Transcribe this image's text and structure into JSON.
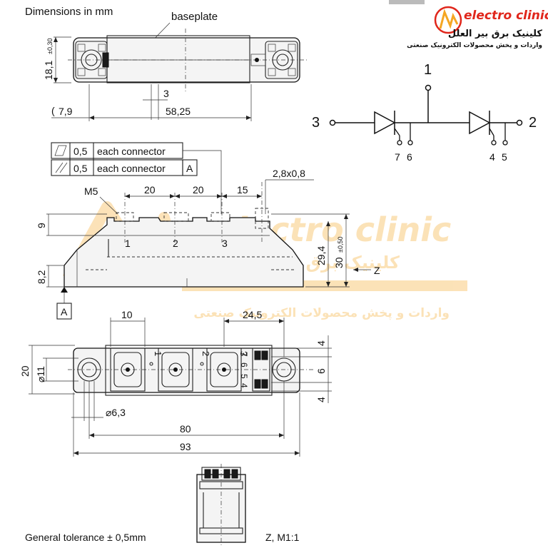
{
  "header": {
    "dimensions_note": "Dimensions in mm",
    "baseplate_label": "baseplate"
  },
  "logo": {
    "brand_en": "electro clinic",
    "brand_fa": "کلینیک برق بیر العلل",
    "tagline_fa": "واردات و پخش محصولات الکترونیک صنعتی",
    "accent_color": "#f5a623",
    "red_color": "#e0261b"
  },
  "watermark": {
    "brand_en": "electro clinic",
    "brand_fa": "کلینیک برق بیر العلل",
    "tagline_fa": "واردات و پخش محصولات الکترونیک صنعتی"
  },
  "top_view": {
    "height_dim": "18,1",
    "height_tol": "±0,30",
    "offset_dim": "3",
    "length_dim": "58,25",
    "side_dim": "7,9"
  },
  "tolerance_frame": {
    "row1": {
      "value": "0,5",
      "text": "each connector"
    },
    "row2": {
      "value": "0,5",
      "text": "each connector",
      "datum": "A"
    }
  },
  "side_view": {
    "thread": "M5",
    "pitch_1": "20",
    "pitch_2": "20",
    "pitch_3": "15",
    "tab_dim": "2,8x0,8",
    "height_9": "9",
    "height_82": "8,2",
    "height_294": "29,4",
    "height_30": "30",
    "height_30_tol": "±0,50",
    "terminal_1": "1",
    "terminal_2": "2",
    "terminal_3": "3",
    "view_z": "Z",
    "datum_a": "A"
  },
  "bottom_view": {
    "dim_10": "10",
    "dim_245": "24,5",
    "dim_20": "20",
    "dia_11": "⌀11",
    "dia_63": "⌀6,3",
    "dim_80": "80",
    "dim_93": "93",
    "dim_4a": "4",
    "dim_6": "6",
    "dim_4b": "4",
    "pin_labels": [
      "7",
      "6",
      "5",
      "4"
    ],
    "terminal_marks": [
      "1",
      "2",
      "3"
    ]
  },
  "schematic": {
    "node_1": "1",
    "node_2": "2",
    "node_3": "3",
    "gate_left": [
      "7",
      "6"
    ],
    "gate_right": [
      "4",
      "5"
    ]
  },
  "footer": {
    "general_tolerance": "General tolerance ± 0,5mm",
    "scale_note": "Z, M1:1"
  }
}
